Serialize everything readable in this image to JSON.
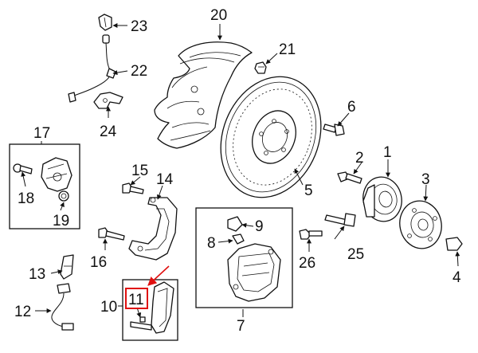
{
  "callouts": {
    "c1": "1",
    "c2": "2",
    "c3": "3",
    "c4": "4",
    "c5": "5",
    "c6": "6",
    "c7": "7",
    "c8": "8",
    "c9": "9",
    "c10": "10",
    "c11": "11",
    "c12": "12",
    "c13": "13",
    "c14": "14",
    "c15": "15",
    "c16": "16",
    "c17": "17",
    "c18": "18",
    "c19": "19",
    "c20": "20",
    "c21": "21",
    "c22": "22",
    "c23": "23",
    "c24": "24",
    "c25": "25",
    "c26": "26"
  },
  "highlight": {
    "target": "11",
    "color": "#e01010"
  }
}
